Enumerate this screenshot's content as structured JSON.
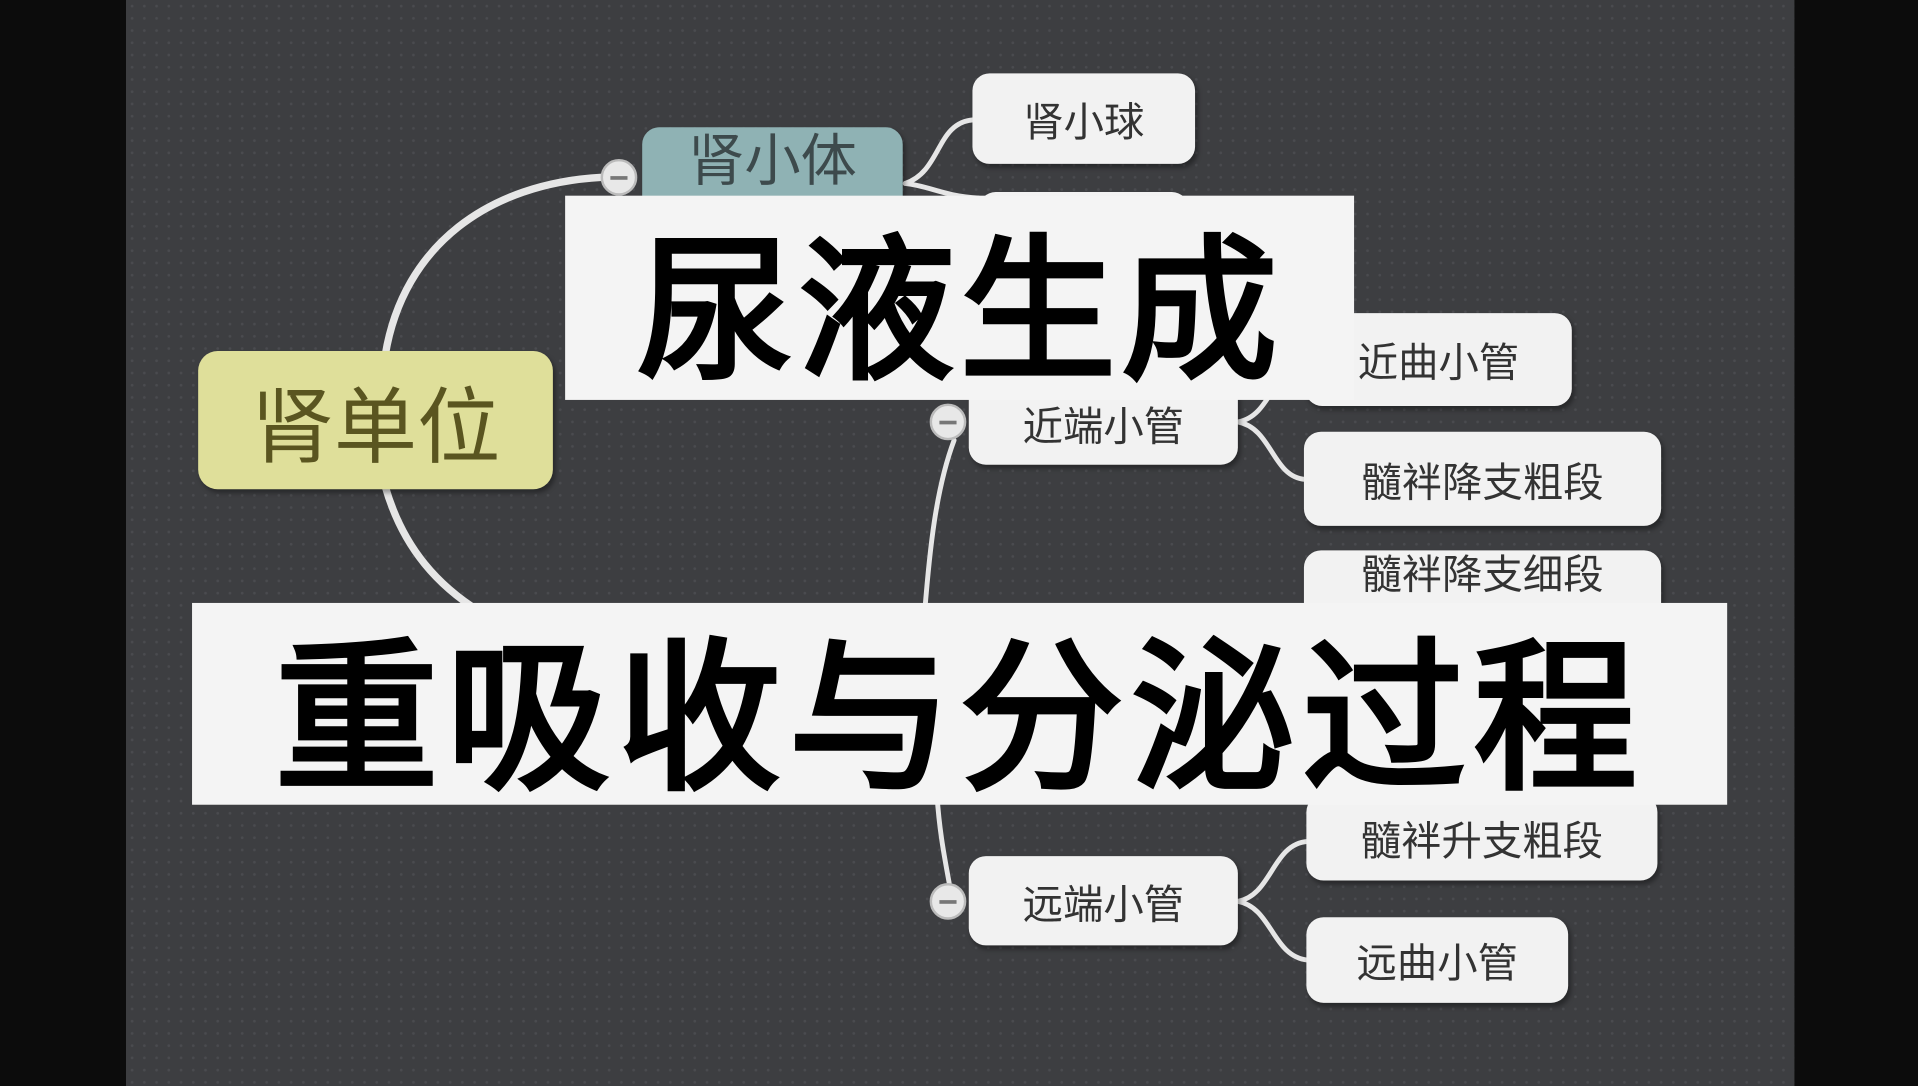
{
  "mindmap": {
    "root": "肾单位",
    "main_nodes": [
      "肾小体"
    ],
    "leaves": {
      "glomerulus": "肾小球",
      "hidden_sibling": "",
      "proximal_tubule": "近端小管",
      "proximal_convoluted": "近曲小管",
      "descending_thick": "髓袢降支粗段",
      "descending_thin": "髓袢降支细段",
      "ascending_thick": "髓袢升支粗段",
      "distal_tubule": "远端小管",
      "distal_convoluted": "远曲小管"
    }
  },
  "overlay": {
    "title_line1": "尿液生成",
    "title_line2": "重吸收与分泌过程"
  },
  "colors": {
    "canvas": "#3d3e41",
    "root_node": "#dfdf9a",
    "main_node": "#8fb2b4",
    "leaf_node": "#f2f2f2",
    "overlay_bg": "#f4f4f4"
  }
}
